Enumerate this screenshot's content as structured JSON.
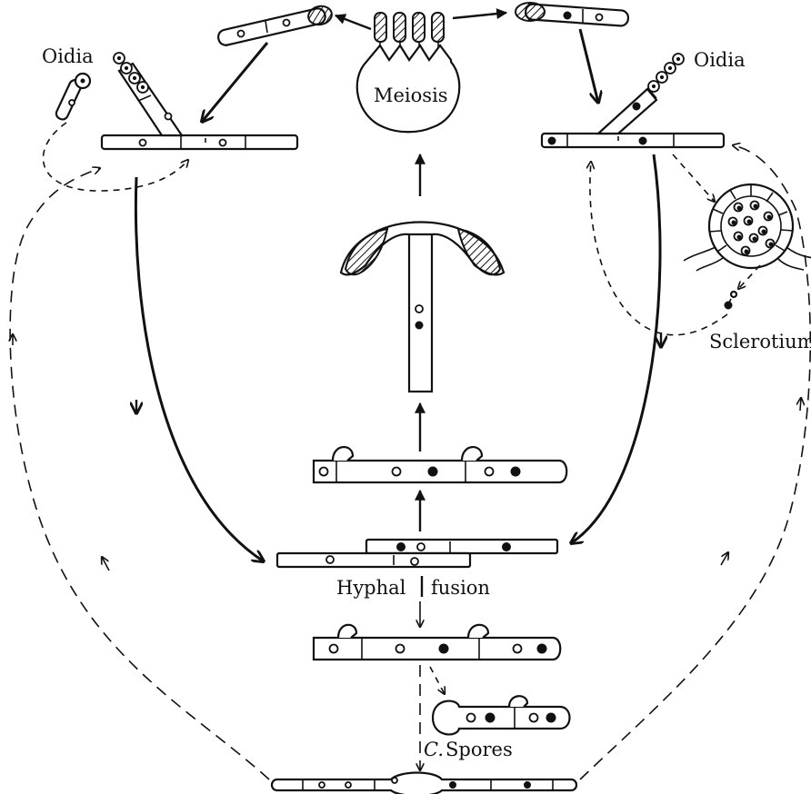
{
  "labels": {
    "oidia_left": "Oidia",
    "oidia_right": "Oidia",
    "meiosis": "Meiosis",
    "sclerotium": "Sclerotium",
    "hyphal": "Hyphal",
    "fusion": "fusion",
    "c_spores_prefix": "C.",
    "c_spores_word": "Spores"
  }
}
